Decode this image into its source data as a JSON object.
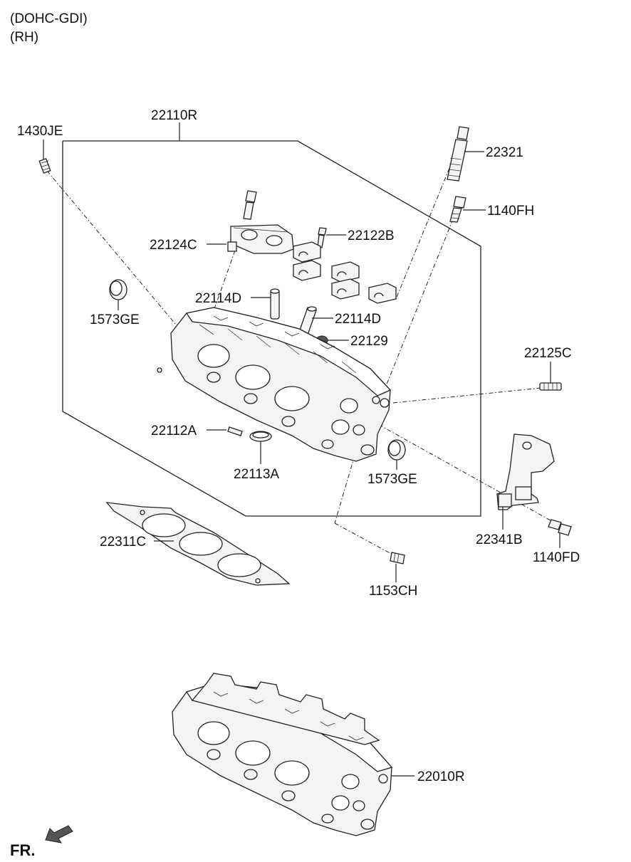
{
  "header": {
    "line1": "(DOHC-GDI)",
    "line2": "(RH)"
  },
  "labels": {
    "p22110R": "22110R",
    "p1430JE": "1430JE",
    "p22321": "22321",
    "p1140FH": "1140FH",
    "p22124C": "22124C",
    "p22122B": "22122B",
    "p1573GE_left": "1573GE",
    "p22114D_a": "22114D",
    "p22114D_b": "22114D",
    "p22129": "22129",
    "p22125C": "22125C",
    "p22112A": "22112A",
    "p22113A": "22113A",
    "p1573GE_right": "1573GE",
    "p22341B": "22341B",
    "p1140FD": "1140FD",
    "p22311C": "22311C",
    "p1153CH": "1153CH",
    "p22010R": "22010R"
  },
  "footer": {
    "direction": "FR."
  },
  "icons": {
    "front_arrow": "front-direction-arrow-icon"
  }
}
